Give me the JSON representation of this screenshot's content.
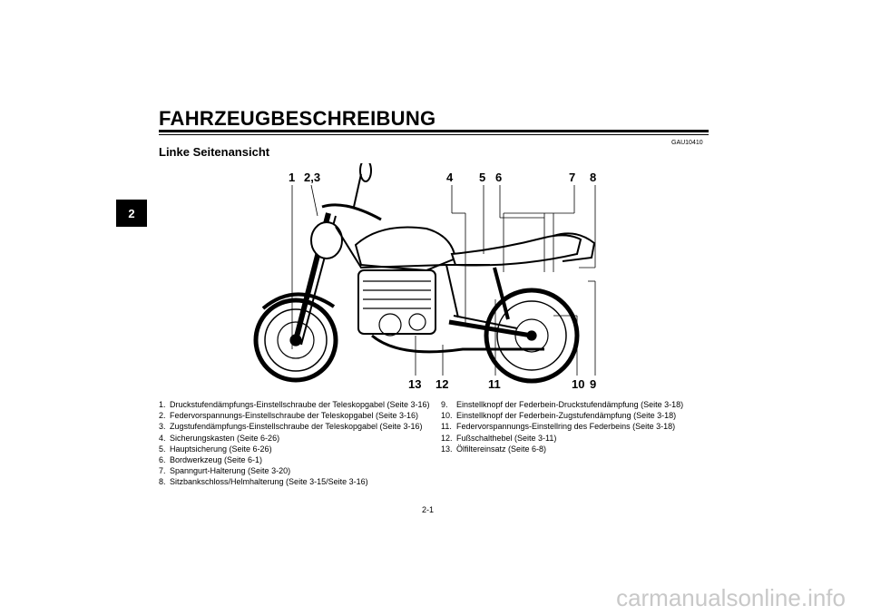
{
  "chapter_tab": "2",
  "title": "FAHRZEUGBESCHREIBUNG",
  "doc_code": "GAU10410",
  "subtitle": "Linke Seitenansicht",
  "callouts_top": [
    "1",
    "2,3",
    "4",
    "5",
    "6",
    "7",
    "8"
  ],
  "callouts_bottom": [
    "13",
    "12",
    "11",
    "10",
    "9"
  ],
  "legend_left": [
    {
      "n": "1.",
      "text": "Druckstufendämpfungs-Einstellschraube der Teleskopgabel (Seite 3-16)"
    },
    {
      "n": "2.",
      "text": "Federvorspannungs-Einstellschraube der Teleskopgabel (Seite 3-16)"
    },
    {
      "n": "3.",
      "text": "Zugstufendämpfungs-Einstellschraube der Teleskopgabel (Seite 3-16)"
    },
    {
      "n": "4.",
      "text": "Sicherungskasten (Seite 6-26)"
    },
    {
      "n": "5.",
      "text": "Hauptsicherung (Seite 6-26)"
    },
    {
      "n": "6.",
      "text": "Bordwerkzeug (Seite 6-1)"
    },
    {
      "n": "7.",
      "text": "Spanngurt-Halterung (Seite 3-20)"
    },
    {
      "n": "8.",
      "text": "Sitzbankschloss/Helmhalterung (Seite 3-15/Seite 3-16)"
    }
  ],
  "legend_right": [
    {
      "n": "9.",
      "text": "Einstellknopf der Federbein-Druckstufendämpfung (Seite 3-18)"
    },
    {
      "n": "10.",
      "text": "Einstellknopf der Federbein-Zugstufendämpfung (Seite 3-18)"
    },
    {
      "n": "11.",
      "text": "Federvorspannungs-Einstellring des Federbeins (Seite 3-18)"
    },
    {
      "n": "12.",
      "text": "Fußschalthebel (Seite 3-11)"
    },
    {
      "n": "13.",
      "text": "Ölfiltereinsatz (Seite 6-8)"
    }
  ],
  "page_number": "2-1",
  "watermark": "carmanualsonline.info"
}
